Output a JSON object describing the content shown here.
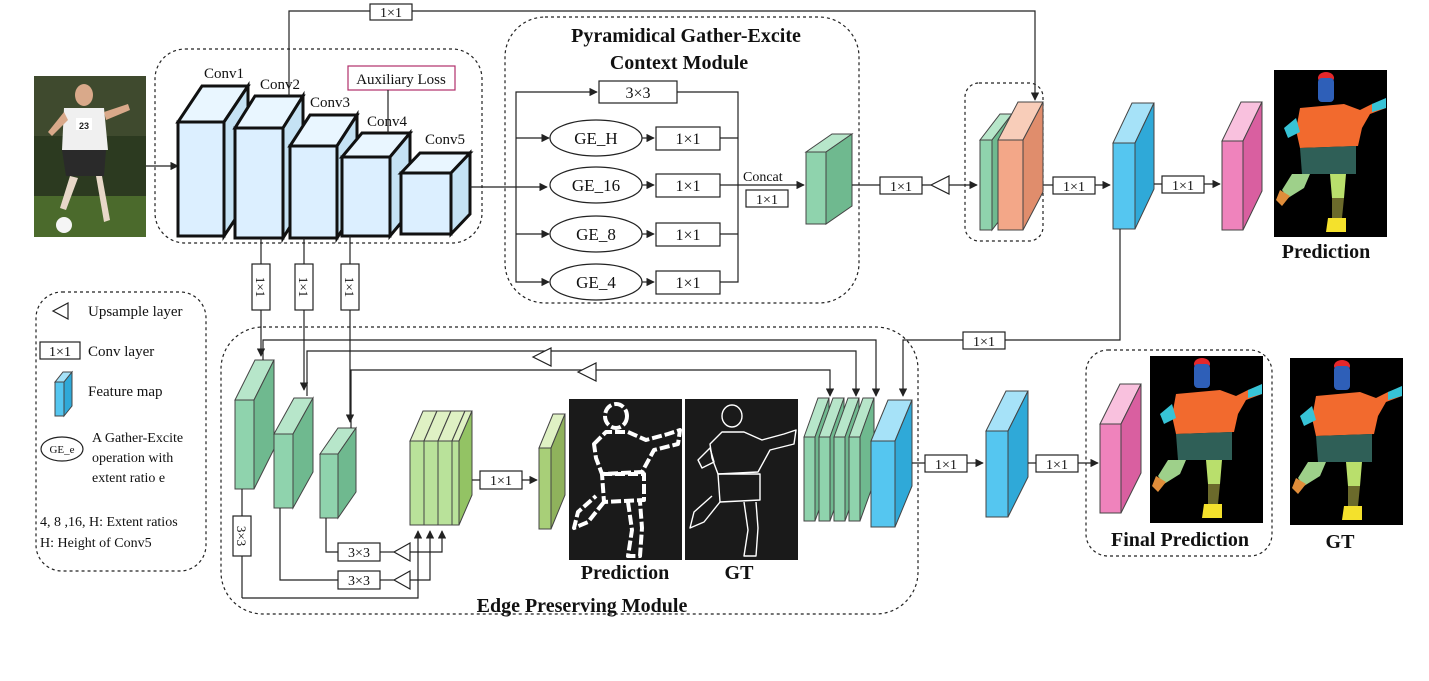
{
  "colors": {
    "conv_face": "#dcefff",
    "feat_green": "#8fd3ad",
    "feat_green_light": "#b9e29a",
    "feat_orange": "#f3a788",
    "feat_blue": "#55c6f0",
    "feat_pink": "#ef83bc",
    "seg_orange": "#f26a2e",
    "seg_teal": "#2f5f57",
    "seg_red": "#e5272b",
    "seg_blue": "#2e5fb8",
    "seg_cyan": "#37c3d6",
    "seg_yellow": "#f4e12c",
    "seg_lime": "#b9df6c",
    "seg_olive": "#6b6a2b",
    "seg_ltgreen": "#9ed08a"
  },
  "backbone": {
    "conv_labels": [
      "Conv1",
      "Conv2",
      "Conv3",
      "Conv4",
      "Conv5"
    ],
    "auxiliary_loss": "Auxiliary Loss",
    "skip_label": "1×1"
  },
  "pgec": {
    "title_line1": "Pyramidical Gather-Excite",
    "title_line2": "Context Module",
    "top_conv": "3×3",
    "ge_ops": [
      "GE_H",
      "GE_16",
      "GE_8",
      "GE_4"
    ],
    "ge_conv": "1×1",
    "concat": "Concat",
    "concat_conv": "1×1",
    "out_conv": "1×1"
  },
  "decoder": {
    "conv_a": "1×1",
    "conv_b": "1×1",
    "prediction": "Prediction",
    "edge_to_fuse": "1×1"
  },
  "edge_module": {
    "title": "Edge Preserving Module",
    "side_convs": [
      "1×1",
      "1×1",
      "1×1"
    ],
    "side_3x3": "3×3",
    "up_convs": [
      "3×3",
      "3×3"
    ],
    "edge_conv": "1×1",
    "prediction": "Prediction",
    "gt": "GT",
    "fuse_conv_a": "1×1",
    "fuse_conv_b": "1×1"
  },
  "final": {
    "final_prediction": "Final Prediction",
    "gt": "GT"
  },
  "legend": {
    "upsample": "Upsample layer",
    "conv_box": "1×1",
    "conv": "Conv layer",
    "feature": "Feature map",
    "ge_glyph": "GE_e",
    "ge_desc": [
      "A Gather-Excite",
      "operation with",
      "extent ratio e"
    ],
    "extent": "4, 8 ,16, H: Extent ratios",
    "height": "H: Height of Conv5"
  }
}
